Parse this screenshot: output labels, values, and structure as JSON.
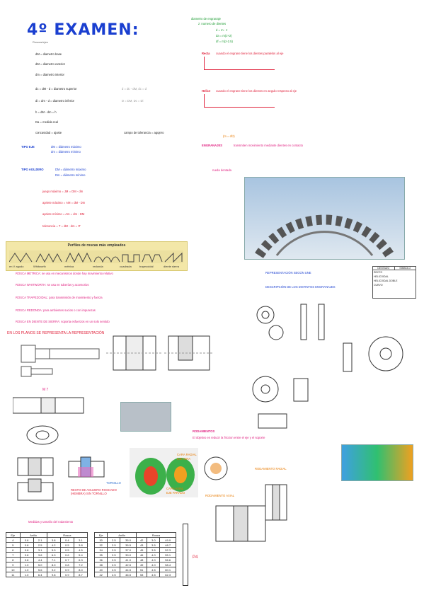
{
  "page": {
    "title": "4º EXAMEN:",
    "subtitle": "Roscas/ejes"
  },
  "left_defs": [
    "dM = diametro base",
    "dM = diametro exterior",
    "dm = diametro interior",
    "dc = dM - d = diametro superior",
    "di = dm - d = diametro inferior",
    "h = dM - dm = h",
    "Da = medida real",
    "concavidad = ajuste"
  ],
  "concavidad_right": "campo de tolerancia = agujero",
  "right_arrows": [
    "d = dc - dM, dc = d",
    "D = DM, Dc = Di"
  ],
  "tipo_eje": {
    "label": "TIPO EJE",
    "lines": [
      "dM = diámetro máximo",
      "dm = diámetro mínimo"
    ]
  },
  "tipo_agujero": {
    "label": "TIPO AGUJERO",
    "lines": [
      "DM = diámetro máximo",
      "Dm = diámetro mínimo"
    ]
  },
  "juego": [
    "juego máximo = JM = DM - dm",
    "apriete máximo = AM = dM - Dm",
    "apriete mínimo = Am = dm - DM",
    "tolerancia = T = dM - dm = IT"
  ],
  "thread_banner": {
    "title": "Perfiles de roscas más empleados",
    "labels": [
      "en V agudo",
      "Whitworth",
      "métrica",
      "redonda",
      "cuadrada",
      "trapezoidal",
      "diente sierra"
    ]
  },
  "rosca_notes": [
    "ROSCA MÉTRICA: se usa en mecanismos donde hay movimiento relativo",
    "ROSCA WHITWORTH: se usa en tuberías y accesorios",
    "ROSCA TRAPEZOIDAL: para transmisión de movimiento y fuerza",
    "ROSCA REDONDA: para ambientes sucios o con impurezas",
    "ROSCA EN DIENTE DE SIERRA: soporta esfuerzos en un solo sentido"
  ],
  "bottom_section_title": "EN LOS PLANOS SE REPRESENTA LA REPRESENTACIÓN",
  "m7_label": "M 7",
  "ann_labels": [
    "TORNILLO",
    "RESTO DE AGUJERO ROSCADO (HEMBRA) SIN TORNILLO"
  ],
  "top_right": {
    "header": [
      "diametro de engranaje",
      "z: numero de dientes"
    ],
    "formulas": [
      "d = m · z",
      "da = m(z+2)",
      "df = m(z-2.5)"
    ],
    "recta": "Recta",
    "recta_desc": "cuando el engrane tiene los dientes paralelos al eje",
    "helice": "Helice",
    "helice_desc": "cuando el engrane tiene los dientes en angulo respecto al eje"
  },
  "engranajes": {
    "section_label": "ENGRANAJES",
    "formula": "(m = d/z)",
    "desc": "transmiten movimiento mediante dientes en contacto",
    "ruedas_label": "rueda dentada",
    "representacion": "REPRESENTACIÓN SEGÚN UNE",
    "descripcion": "DESCRIPCIÓN DE LOS DISTINTOS ENGRANAJES"
  },
  "symbol_table": {
    "headers": [
      "DENTADO",
      "SÍMBOLO"
    ],
    "rows": [
      "RECTO",
      "HELICOIDAL",
      "HELICOIDAL DOBLE",
      "CURVO"
    ]
  },
  "rodamientos": {
    "label": "RODAMIENTOS",
    "desc": "El objetivo es reducir la friccion entre el eje y el soporte",
    "radial": "RODAMIENTO RADIAL",
    "axial": "RODAMIENTO AXIAL",
    "caras": [
      "CARA RADIAL",
      "EJE GIRA",
      "CARA AXIAL",
      "EJE PARADO"
    ]
  },
  "bottom_table": {
    "title": "Medidas y tamaño del rodamiento",
    "left_headers": [
      "Eje",
      "Anillo",
      "Rosca"
    ],
    "left_sub": [
      "d",
      "D1",
      "D",
      "A1",
      "d1"
    ],
    "left_rows": [
      [
        "4",
        "0.6",
        "2.1",
        "3.8",
        "0.4",
        "3.1"
      ],
      [
        "5",
        "0.8",
        "2.5",
        "4.2",
        "0.5",
        "3.8"
      ],
      [
        "6",
        "0.8",
        "3.1",
        "5.0",
        "0.5",
        "4.5"
      ],
      [
        "7",
        "0.8",
        "3.6",
        "6.0",
        "0.6",
        "5.4"
      ],
      [
        "8",
        "0.8",
        "4.4",
        "7.1",
        "0.7",
        "6.3"
      ],
      [
        "9",
        "1.0",
        "5.0",
        "8.0",
        "0.8",
        "7.2"
      ],
      [
        "10",
        "1.0",
        "5.6",
        "9.2",
        "0.9",
        "8.0"
      ],
      [
        "11",
        "1.0",
        "6.4",
        "9.8",
        "0.9",
        "8.7"
      ]
    ],
    "right_headers": [
      "Eje",
      "Anillo",
      "Rosca"
    ],
    "right_rows": [
      [
        "30",
        "2.5",
        "35.0",
        "42",
        "3.0",
        "49.9"
      ],
      [
        "32",
        "2.5",
        "35.5",
        "43",
        "3.5",
        "48.7"
      ],
      [
        "34",
        "2.5",
        "37.0",
        "45",
        "3.5",
        "52.3"
      ],
      [
        "35",
        "2.5",
        "39.0",
        "46",
        "4.0",
        "55.1"
      ],
      [
        "36",
        "2.5",
        "41.0",
        "48",
        "4.0",
        "56.6"
      ],
      [
        "38",
        "2.5",
        "42.5",
        "49",
        "4.0",
        "58.4"
      ],
      [
        "40",
        "2.5",
        "44.5",
        "51",
        "4.5",
        "60.1"
      ],
      [
        "42",
        "2.5",
        "46.5",
        "53",
        "4.5",
        "62.3"
      ]
    ],
    "side_label": "P4"
  }
}
